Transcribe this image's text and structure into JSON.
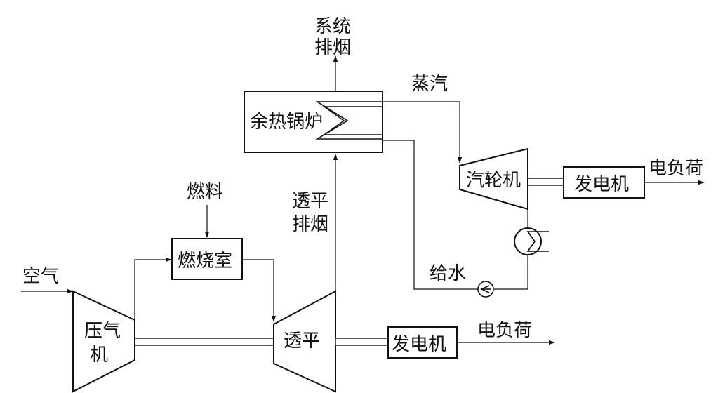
{
  "labels": {
    "air": "空气",
    "fuel": "燃料",
    "combustor": "燃烧室",
    "compressor_line1": "压气",
    "compressor_line2": "机",
    "gas_turbine": "透平",
    "gas_generator": "发电机",
    "gas_load": "电负荷",
    "turbine_exhaust_line1": "透平",
    "turbine_exhaust_line2": "排烟",
    "hrsg": "余热锅炉",
    "system_exhaust_line1": "系统",
    "system_exhaust_line2": "排烟",
    "steam": "蒸汽",
    "steam_turbine": "汽轮机",
    "steam_generator": "发电机",
    "steam_load": "电负荷",
    "feedwater": "给水"
  }
}
